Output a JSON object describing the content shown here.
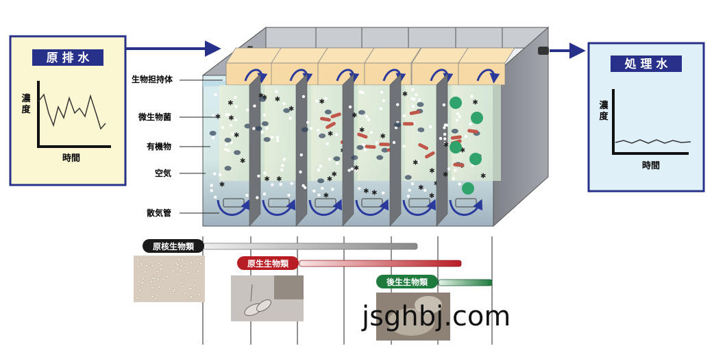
{
  "raw_water": {
    "title": "原 排 水",
    "y_label": "濃\n度",
    "x_label": "時間"
  },
  "treated_water": {
    "title": "処 理 水",
    "y_label": "濃\n度",
    "x_label": "時間"
  },
  "tank_labels": {
    "carrier": "生物担持体",
    "microbes": "微生物菌",
    "organic": "有機物",
    "air": "空気",
    "diffuser": "散気管"
  },
  "organism_bars": [
    {
      "label": "原核生物類",
      "color": "#1a1a1a",
      "bar_start": "#e6e6e6",
      "bar_end": "#8c8c8c"
    },
    {
      "label": "原生生物類",
      "color": "#b81d24",
      "bar_start": "#f6dede",
      "bar_end": "#b81d24"
    },
    {
      "label": "後生生物類",
      "color": "#1f7a3d",
      "bar_start": "#dcefe2",
      "bar_end": "#1f7a3d"
    }
  ],
  "watermark": "jsghbj.com",
  "colors": {
    "panel_border": "#27318a",
    "raw_panel_bg": "#fbf7d2",
    "treated_panel_bg": "#dff0f8",
    "title_bg": "#27318a",
    "arrow": "#27318a",
    "tank_gray": "#8a8d93"
  }
}
